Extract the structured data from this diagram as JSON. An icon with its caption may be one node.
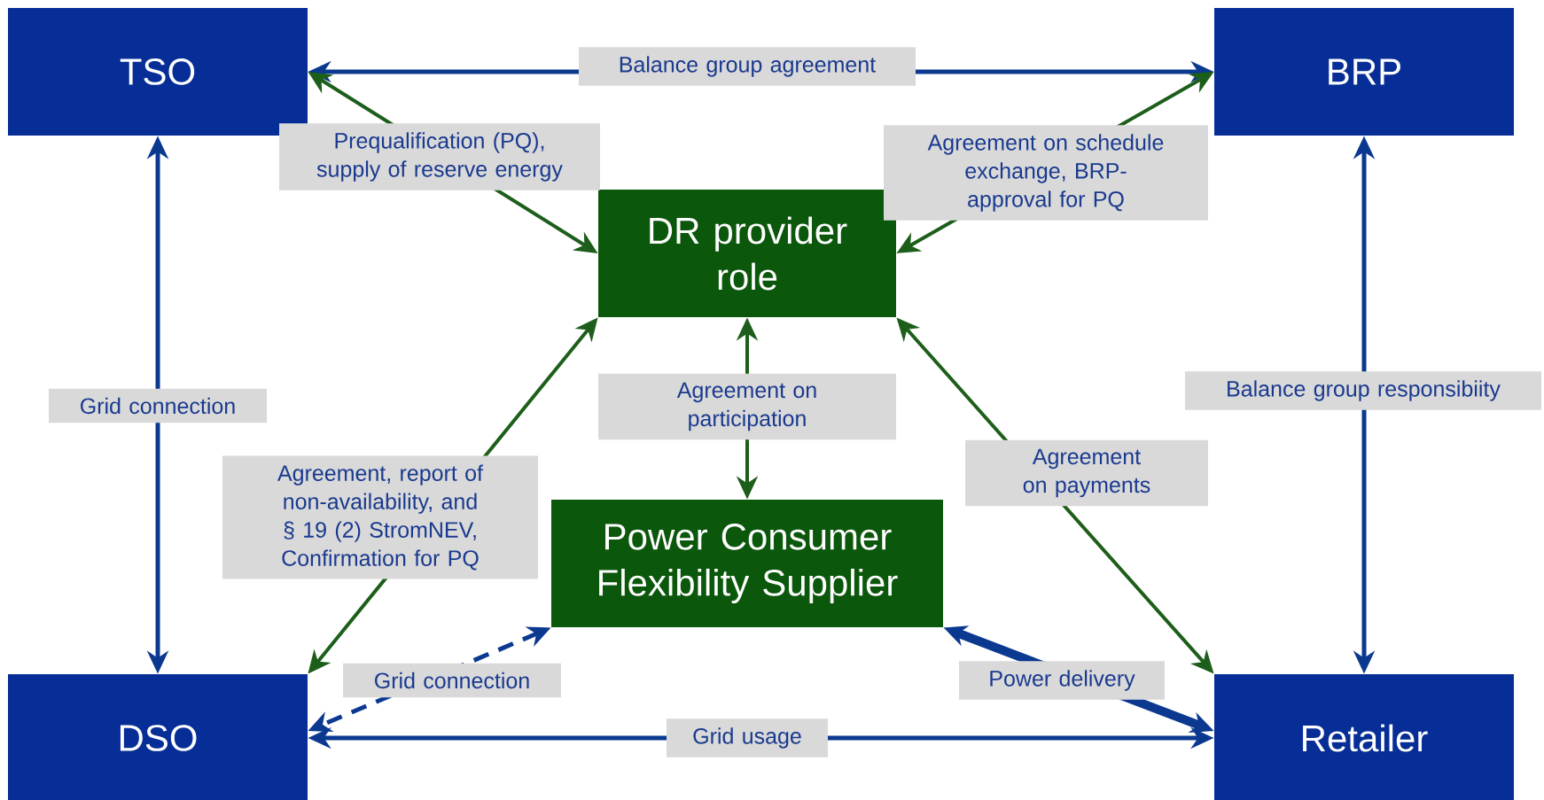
{
  "diagram": {
    "nodes": [
      {
        "text": [
          "TSO"
        ]
      },
      {
        "text": [
          "BRP"
        ]
      },
      {
        "text": [
          "DR provider role"
        ]
      },
      {
        "text": [
          "Power Consumer Flexibility Supplier"
        ]
      },
      {
        "text": [
          "DSO"
        ]
      },
      {
        "text": [
          "Retailer"
        ]
      }
    ],
    "edges": [
      {
        "from": 0,
        "to": 1,
        "arrow": "both",
        "label": "Balance group agreement"
      },
      {
        "from": 0,
        "to": 2,
        "arrow": "both",
        "label": "Prequalification (PQ), supply of reserve energy",
        "color": "#1d5e1a"
      },
      {
        "from": 1,
        "to": 2,
        "arrow": "both",
        "label": "Agreement on schedule exchange, BRP-approval for PQ",
        "color": "#1d5e1a"
      },
      {
        "from": 0,
        "to": 4,
        "arrow": "both",
        "label": "Grid connection"
      },
      {
        "from": 1,
        "to": 5,
        "arrow": "both",
        "label": "Balance group responsibiity"
      },
      {
        "from": 2,
        "to": 3,
        "arrow": "both",
        "label": "Agreement on participation",
        "color": "#1d5e1a"
      },
      {
        "from": 2,
        "to": 4,
        "arrow": "both",
        "label": "Agreement, report of non-availability, and § 19 (2) StromNEV, Confirmation for PQ",
        "color": "#1d5e1a"
      },
      {
        "from": 2,
        "to": 5,
        "arrow": "both",
        "label": "Agreement on payments",
        "color": "#1d5e1a"
      },
      {
        "from": 3,
        "to": 4,
        "arrow": "both",
        "label": "Grid connection",
        "style": "dashed"
      },
      {
        "from": 3,
        "to": 5,
        "arrow": "both",
        "label": "Power delivery",
        "style": "thick"
      },
      {
        "from": 4,
        "to": 5,
        "arrow": "both",
        "label": "Grid usage"
      }
    ]
  }
}
